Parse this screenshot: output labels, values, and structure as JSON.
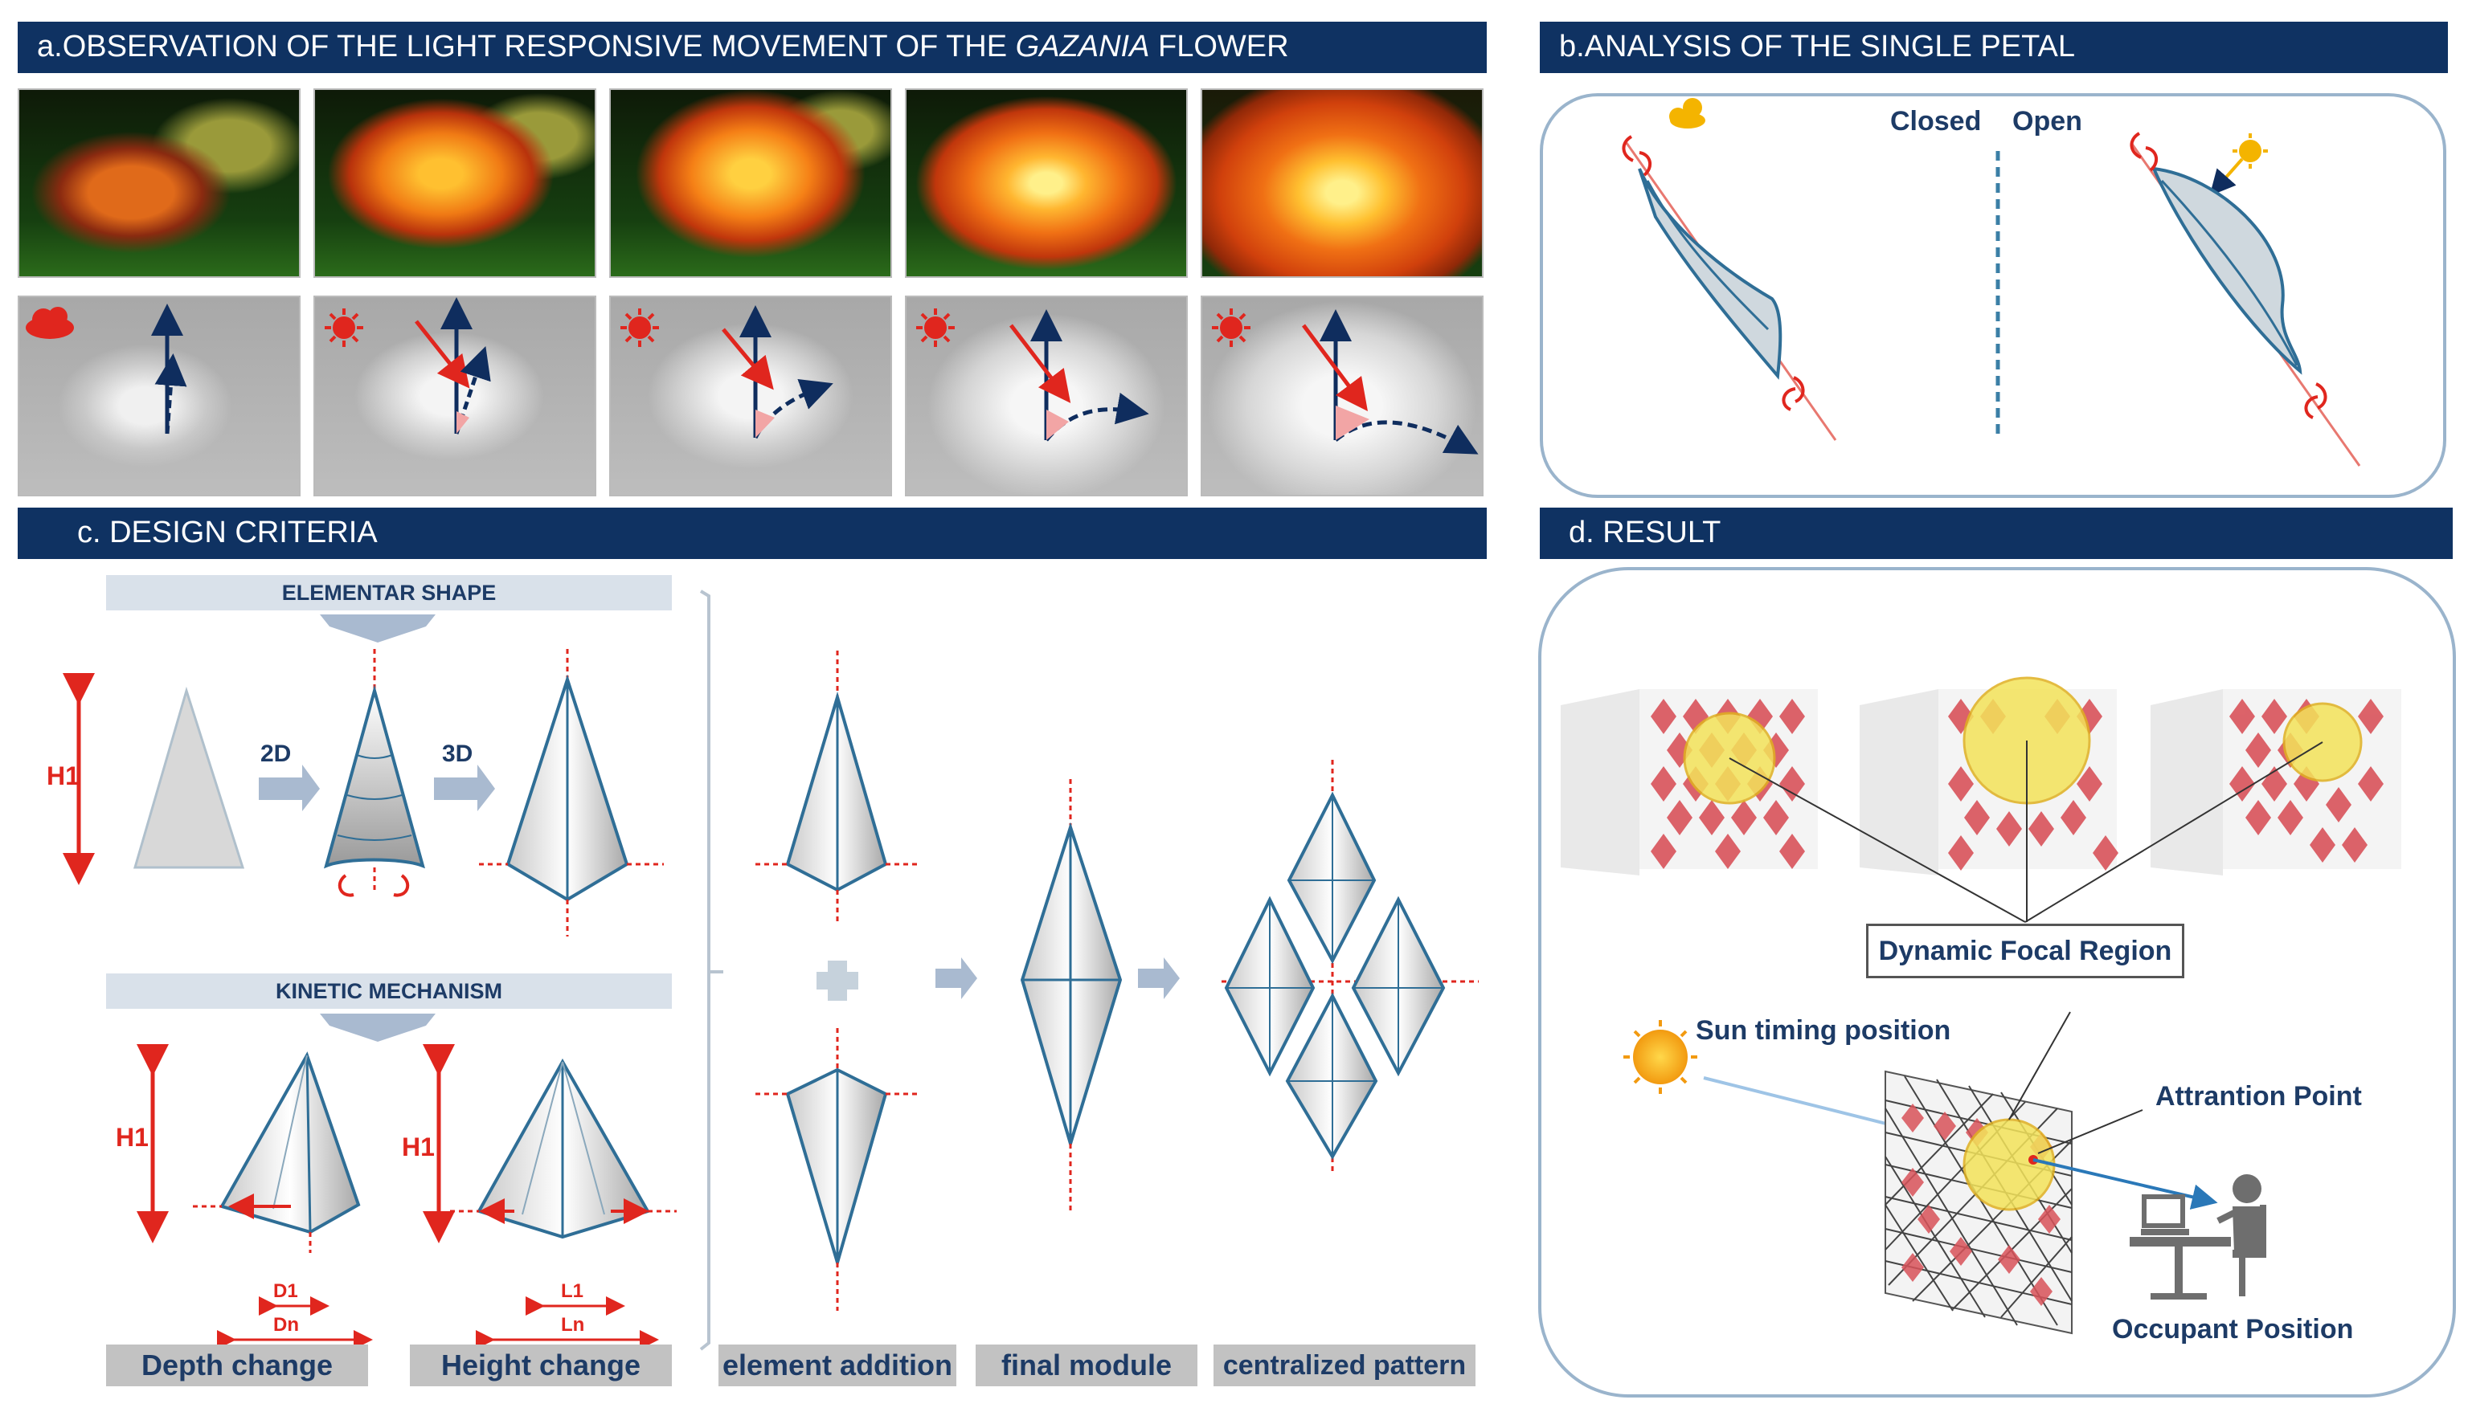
{
  "panel_a": {
    "title_prefix": "a.OBSERVATION OF THE LIGHT RESPONSIVE MOVEMENT OF THE ",
    "title_italic": "GAZANIA",
    "title_suffix": " FLOWER"
  },
  "panel_b": {
    "title": "b.ANALYSIS OF THE SINGLE PETAL",
    "closed_label": "Closed",
    "open_label": "Open"
  },
  "panel_c": {
    "title": "c. DESIGN CRITERIA",
    "elementar_shape": "ELEMENTAR SHAPE",
    "kinetic_mechanism": "KINETIC MECHANISM",
    "label_2d": "2D",
    "label_3d": "3D",
    "h1": "H1",
    "d1": "D1",
    "dn": "Dn",
    "l1": "L1",
    "ln": "Ln",
    "depth_change": "Depth change",
    "height_change": "Height change",
    "element_addition": "element addition",
    "final_module": "final module",
    "centralized_pattern": "centralized pattern"
  },
  "panel_d": {
    "title": "d. RESULT",
    "dynamic_focal_region": "Dynamic Focal Region",
    "sun_timing_position": "Sun timing position",
    "attention_point": "Attrantion Point",
    "occupant_position": "Occupant Position"
  },
  "colors": {
    "header_bg": "#0f3262",
    "label_bg": "#c2c2c2",
    "accent_red": "#e0261e",
    "line_blue": "#3b7fa6",
    "diamond_red": "#d9535a",
    "focus_yellow": "#f3e35a"
  }
}
